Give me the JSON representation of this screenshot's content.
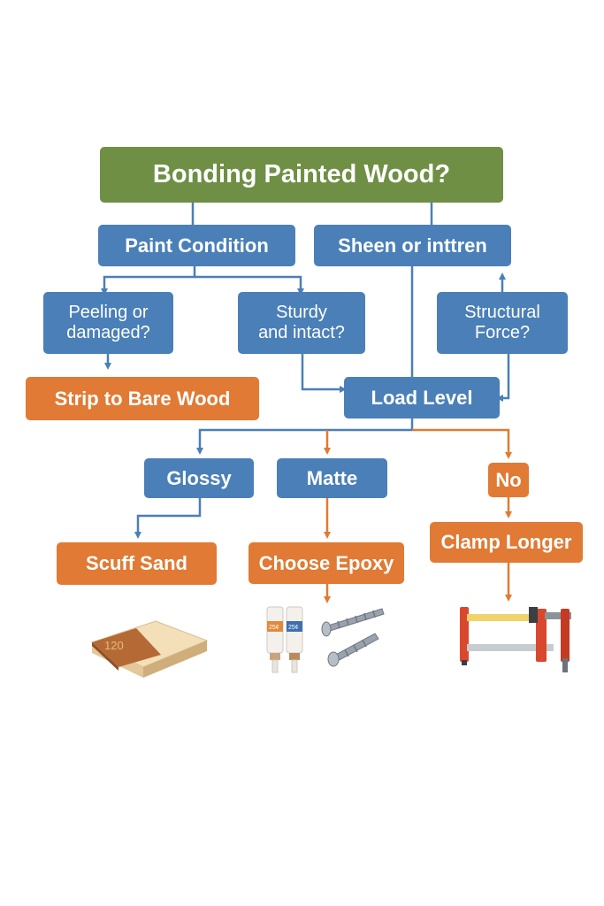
{
  "diagram": {
    "title": "Bonding Painted Wood?",
    "nodes": {
      "paint_condition": "Paint Condition",
      "sheen": "Sheen or inttren",
      "peeling": "Peeling or\ndamaged?",
      "sturdy": "Sturdy\nand intact?",
      "structural": "Structural\nForce?",
      "strip": "Strip to Bare Wood",
      "load_level": "Load Level",
      "glossy": "Glossy",
      "matte": "Matte",
      "no": "No",
      "scuff_sand": "Scuff Sand",
      "choose_epoxy": "Choose Epoxy",
      "clamp_longer": "Clamp Longer"
    },
    "illustrations": {
      "sandpaper_grit": "120",
      "tube_left_label": "25¢",
      "tube_right_label": "25¢"
    }
  },
  "colors": {
    "green": "#6f8f45",
    "blue": "#4a7fb8",
    "orange": "#e07a34"
  }
}
